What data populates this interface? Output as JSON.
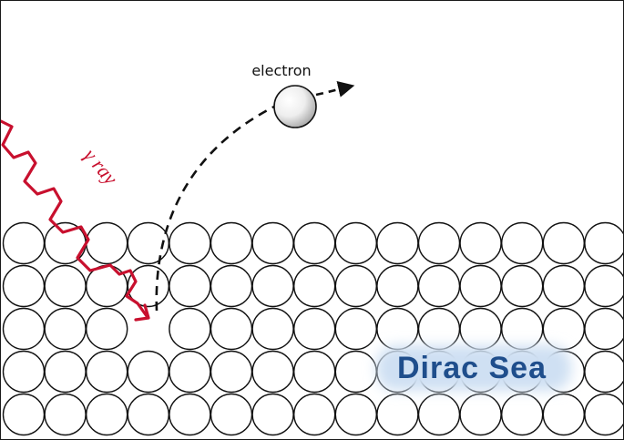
{
  "labels": {
    "electron": "electron",
    "gamma_ray": "γ ray",
    "dirac_sea": "Dirac Sea"
  },
  "colors": {
    "gamma_ray": "#c8102e",
    "dirac_sea_text": "#1f4e8c",
    "dirac_sea_glow": "#cfe0f3",
    "outline": "#111111"
  },
  "sea": {
    "rows": 5,
    "columns": 15,
    "hole": {
      "row": 3,
      "column": 4
    }
  }
}
